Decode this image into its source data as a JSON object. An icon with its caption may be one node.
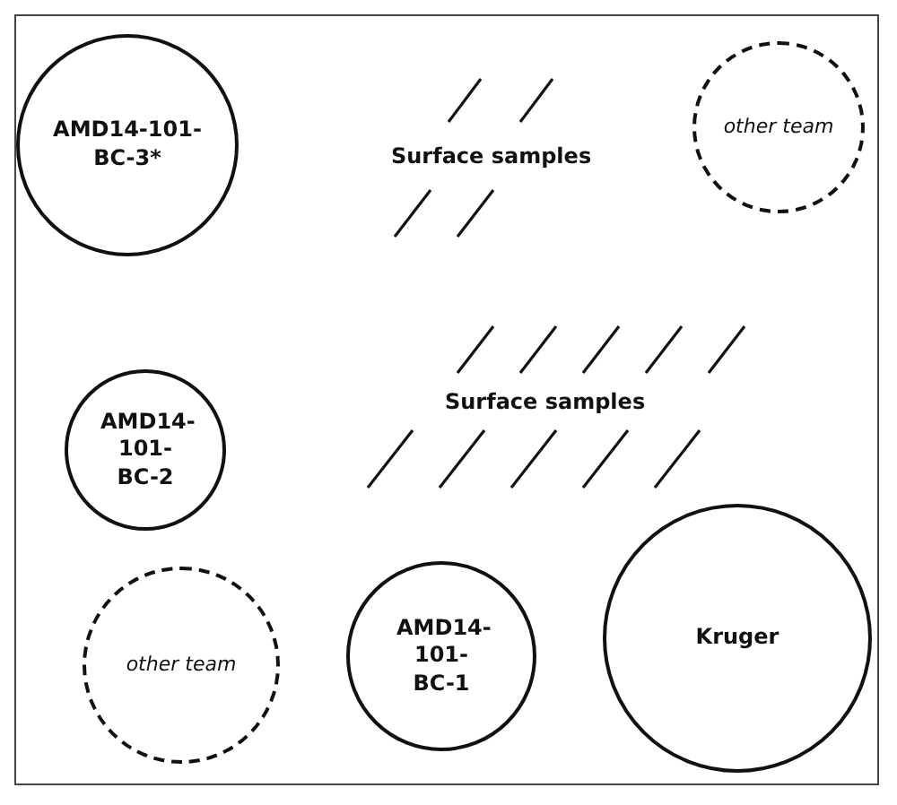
{
  "diagram": {
    "nodes": [
      {
        "text": [
          "AMD14-101-BC-3*"
        ]
      },
      {
        "text": [
          "other team"
        ]
      },
      {
        "text": [
          "AMD14-101-BC-2"
        ]
      },
      {
        "text": [
          "other team"
        ]
      },
      {
        "text": [
          "AMD14-101-BC-1"
        ]
      },
      {
        "text": [
          "Kruger"
        ]
      }
    ],
    "labels": [
      "Surface samples",
      "Surface samples"
    ]
  }
}
